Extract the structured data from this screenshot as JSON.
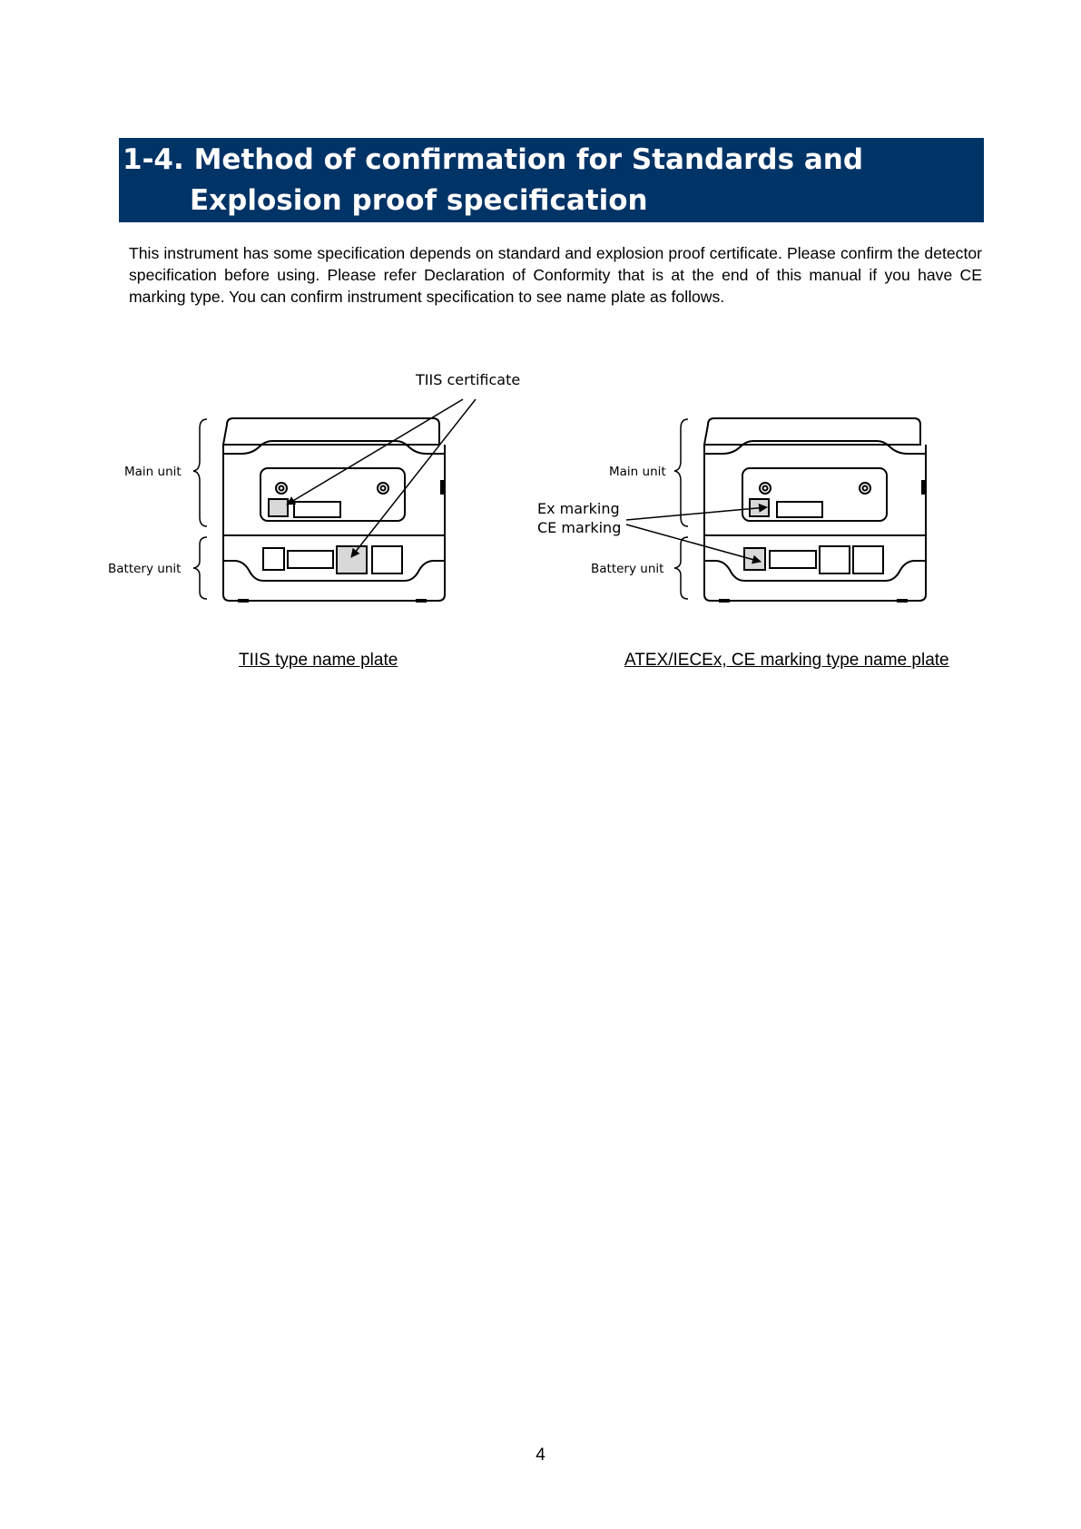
{
  "section": {
    "heading_line1": "1-4. Method of confirmation for Standards and",
    "heading_line2": "Explosion proof specification"
  },
  "intro_text": "This instrument has some specification depends on standard and explosion proof certificate. Please confirm the detector specification before using. Please refer Declaration of Conformity that is at the end of this manual if you have CE marking type. You can confirm instrument specification to see name plate as follows.",
  "figure": {
    "left": {
      "callout": "TIIS certificate",
      "main_unit_label": "Main unit",
      "battery_unit_label": "Battery unit",
      "caption": "TIIS type name plate"
    },
    "right": {
      "callout_line1": "Ex marking",
      "callout_line2": "CE marking",
      "main_unit_label": "Main unit",
      "battery_unit_label": "Battery unit",
      "caption": "ATEX/IECEx, CE marking type name plate"
    }
  },
  "page_number": "4"
}
